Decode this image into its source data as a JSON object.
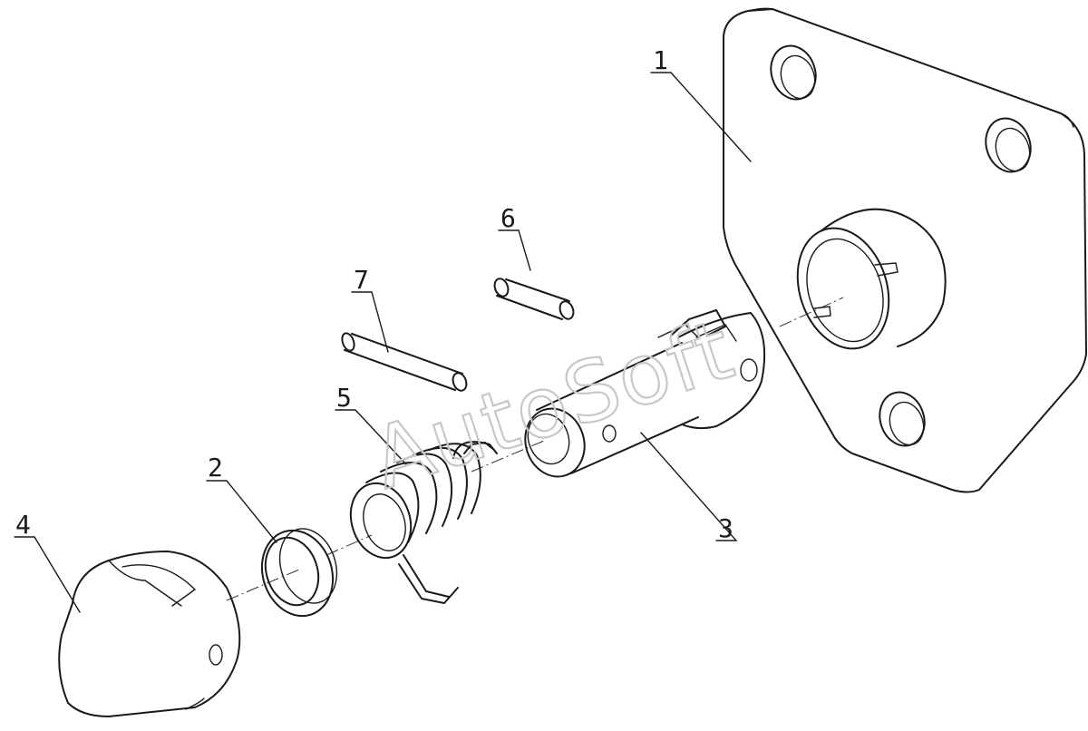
{
  "watermark": "AutoSoft",
  "callouts": [
    {
      "id": "1",
      "label": "1"
    },
    {
      "id": "2",
      "label": "2"
    },
    {
      "id": "3",
      "label": "3"
    },
    {
      "id": "4",
      "label": "4"
    },
    {
      "id": "5",
      "label": "5"
    },
    {
      "id": "6",
      "label": "6"
    },
    {
      "id": "7",
      "label": "7"
    }
  ]
}
